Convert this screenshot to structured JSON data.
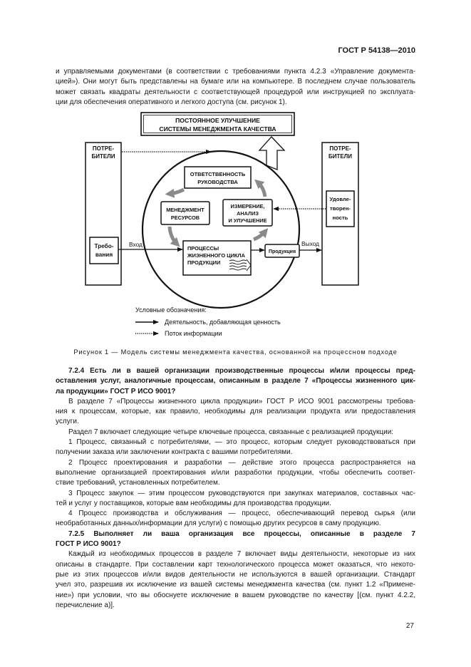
{
  "header": {
    "doc_id": "ГОСТ Р 54138—2010"
  },
  "intro": [
    {
      "indent": false,
      "bold": false,
      "lines": [
        "и управляемыми документами (в соответствии с требованиями пункта 4.2.3 «Управление документа-",
        "цией»). Они могут быть представлены на бумаге или на компьютере. В последнем случае пользователь",
        "может связать квадраты деятельности с соответствующей процедурой или инструкцией по эксплуата-",
        "ции для обеспечения оперативного и легкого доступа (см. рисунок 1)."
      ]
    }
  ],
  "figure": {
    "top_box": [
      "ПОСТОЯННОЕ УЛУЧШЕНИЕ",
      "СИСТЕМЫ МЕНЕДЖМЕНТА КАЧЕСТВА"
    ],
    "customers_left": [
      "ПОТРЕ-",
      "БИТЕЛИ"
    ],
    "requirements": [
      "Требо-",
      "вания"
    ],
    "customers_right": [
      "ПОТРЕ-",
      "БИТЕЛИ"
    ],
    "satisfaction": [
      "Удовле-",
      "творен-",
      "ность"
    ],
    "management": [
      "ОТВЕТСТВЕННОСТЬ",
      "РУКОВОДСТВА"
    ],
    "resources": [
      "МЕНЕДЖМЕНТ",
      "РЕСУРСОВ"
    ],
    "measurement": [
      "ИЗМЕРЕНИЕ,",
      "АНАЛИЗ",
      "И УЛУЧШЕНИЕ"
    ],
    "processes": [
      "ПРОЦЕССЫ",
      "ЖИЗНЕННОГО ЦИКЛА",
      "ПРОДУКЦИИ"
    ],
    "product": "Продукция",
    "input": "Вход",
    "output": "Выход",
    "legend": {
      "title": "Условные обозначения:",
      "value_added": "Деятельность, добавляющая ценность",
      "info_flow": "Поток информации"
    },
    "caption": "Рисунок 1 — Модель системы менеджмента качества, основанной на процессном подходе",
    "colors": {
      "cycle_arrows": "#8a8a8a",
      "lines": "#111111"
    }
  },
  "body": [
    {
      "indent": true,
      "bold": true,
      "lines": [
        "7.2.4 Есть ли в вашей организации производственные процессы и/или процессы пред-",
        "оставления услуг, аналогичные процессам, описанным в разделе 7 «Процессы жизненного цик-",
        "ла продукции» ГОСТ Р ИСО 9001?"
      ]
    },
    {
      "indent": true,
      "bold": false,
      "lines": [
        "В разделе 7 «Процессы жизненного цикла продукции» ГОСТ Р ИСО 9001 рассмотрены требова-",
        "ния к процессам, которые, как правило, необходимы для реализации продукта или предоставления",
        "услуги."
      ]
    },
    {
      "indent": true,
      "bold": false,
      "lines": [
        "Раздел 7 включает следующие четыре ключевые процесса, связанные с реализацией продукции:"
      ]
    },
    {
      "indent": true,
      "bold": false,
      "lines": [
        "1 Процесс, связанный с потребителями, — это процесс, которым следует руководствоваться при",
        "получении заказа или заключении контракта с вашими потребителями."
      ]
    },
    {
      "indent": true,
      "bold": false,
      "lines": [
        "2 Процесс проектирования и разработки — действие этого процесса распространяется на",
        "выполнение организацией проектирования и/или разработки продукции, чтобы обеспечить соответ-",
        "ствие требований, установленных потребителем."
      ]
    },
    {
      "indent": true,
      "bold": false,
      "lines": [
        "3 Процесс закупок — этим процессом руководствуются при закупках материалов, составных час-",
        "тей и услуг у поставщиков, которые вам необходимы для производства продукции."
      ]
    },
    {
      "indent": true,
      "bold": false,
      "lines": [
        "4 Процесс производства и обслуживания — процесс, обеспечивающий перевод сырья (или",
        "необработанных данных/информации для услуги) с помощью других ресурсов в саму продукцию."
      ]
    },
    {
      "indent": true,
      "bold": true,
      "lines": [
        "7.2.5 Выполняет ли ваша организация все процессы, описанные в разделе 7",
        "ГОСТ Р ИСО 9001?"
      ]
    },
    {
      "indent": true,
      "bold": false,
      "lines": [
        "Каждый из необходимых процессов в разделе 7 включает виды деятельности, некоторые из них",
        "описаны в стандарте. При составлении карт технологического процесса может оказаться, что некото-",
        "рые из этих процессов и/или видов деятельности не используются в вашей организации. Стандарт",
        "учел это, разрешив их исключение из вашей системы менеджмента качества (см. пункт 1.2 «Примене-",
        "ние») при условии, что вы обоснуете исключение в вашем руководстве по качеству [(см. пункт 4.2.2,",
        "перечисление а)]."
      ]
    }
  ],
  "page_number": "27"
}
